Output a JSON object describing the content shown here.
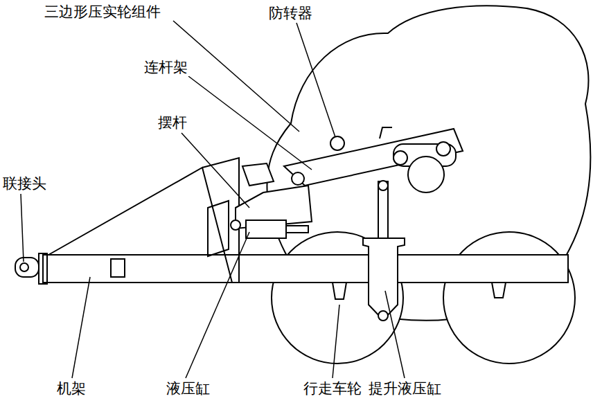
{
  "diagram": {
    "labels": [
      "三边形压实轮组件",
      "防转器",
      "连杆架",
      "摆杆",
      "联接头",
      "机架",
      "液压缸",
      "行走车轮",
      "提升液压缸"
    ]
  }
}
